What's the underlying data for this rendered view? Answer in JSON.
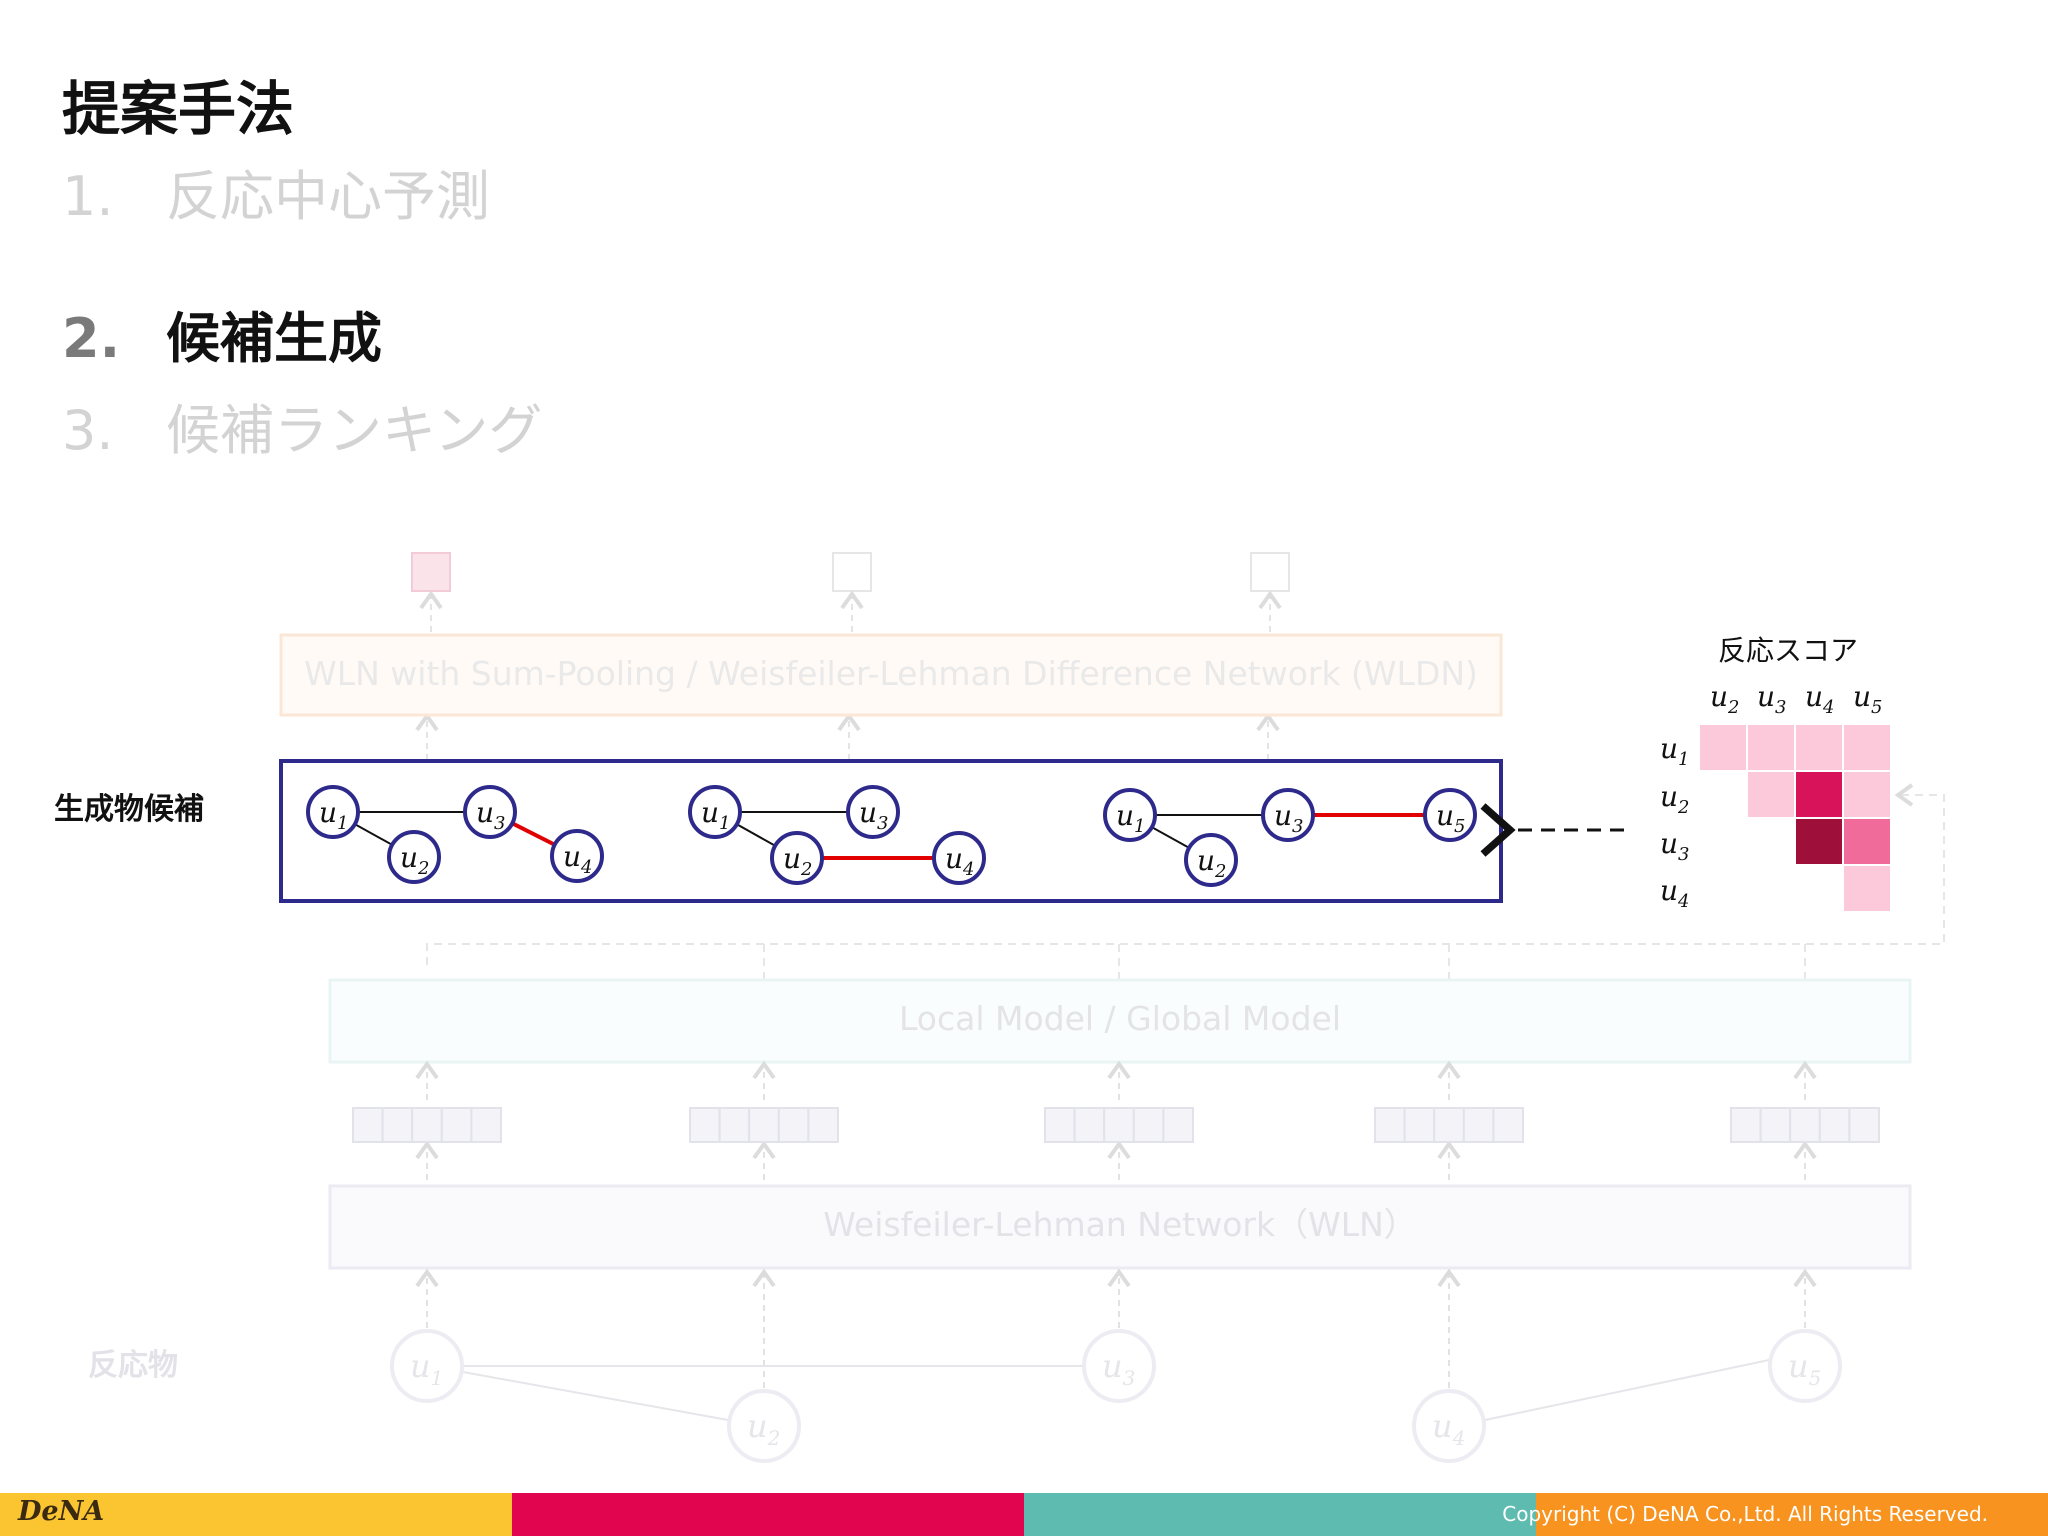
{
  "slide_title": "提案手法",
  "steps": [
    {
      "number": "1.",
      "label": "反応中心予測"
    },
    {
      "number": "2.",
      "label": "候補生成"
    },
    {
      "number": "3.",
      "label": "候補ランキング"
    }
  ],
  "diagram": {
    "wln_top_label": "WLN with Sum-Pooling / Weisfeiler-Lehman Difference Network (WLDN)",
    "candidates_label": "生成物候補",
    "score_title": "反応スコア",
    "local_global_label": "Local Model / Global Model",
    "wln_bottom_label": "Weisfeiler-Lehman Network（WLN）",
    "reactants_label": "反応物",
    "candidates": [
      {
        "nodes": [
          "u1",
          "u2",
          "u3",
          "u4"
        ],
        "highlighted_edge": "u3-u4"
      },
      {
        "nodes": [
          "u1",
          "u3",
          "u2",
          "u4"
        ],
        "highlighted_edge": "u2-u4"
      },
      {
        "nodes": [
          "u1",
          "u3",
          "u5",
          "u2"
        ],
        "highlighted_edge": "u3-u5"
      }
    ],
    "score_matrix": {
      "columns": [
        "u2",
        "u3",
        "u4",
        "u5"
      ],
      "rows": [
        "u1",
        "u2",
        "u3",
        "u4"
      ],
      "levels": [
        [
          1,
          1,
          1,
          1
        ],
        [
          0,
          1,
          3,
          1
        ],
        [
          0,
          0,
          4,
          2
        ],
        [
          0,
          0,
          0,
          1
        ]
      ]
    },
    "reactant_nodes": [
      "u1",
      "u2",
      "u3",
      "u4",
      "u5"
    ],
    "colors": {
      "highlight_box": "#2e2a8c",
      "node_ring": "#2e2a8c",
      "reaction_edge": "#e00000",
      "score_levels": [
        "#ffffff",
        "#fbc9da",
        "#f06a9a",
        "#d81359",
        "#9e1039"
      ]
    }
  },
  "footer": {
    "logo": "DeNA",
    "copyright": "Copyright (C) DeNA Co.,Ltd. All Rights Reserved.",
    "bar_colors": [
      "#fbc531",
      "#e0054e",
      "#5ebbb0",
      "#f7931e"
    ]
  }
}
